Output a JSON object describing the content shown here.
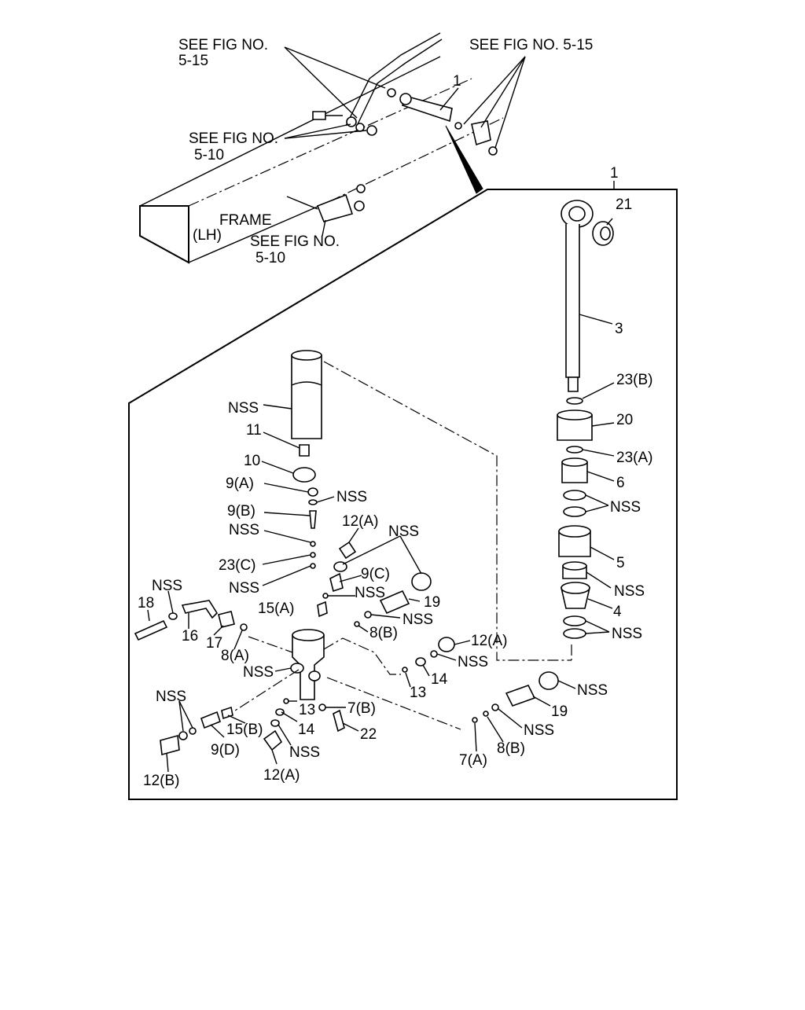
{
  "overview": {
    "see_fig_5_15_top_left_a": "SEE FIG NO.",
    "see_fig_5_15_top_left_b": "5-15",
    "see_fig_5_15_top_right": "SEE FIG NO. 5-15",
    "see_fig_5_10_left_a": "SEE FIG NO.",
    "see_fig_5_10_left_b": "5-10",
    "frame_a": "FRAME",
    "frame_b": "(LH)",
    "see_fig_5_10_bottom_a": "SEE FIG NO.",
    "see_fig_5_10_bottom_b": "5-10",
    "callout_1_top": "1"
  },
  "detail": {
    "callout_1": "1",
    "right_column": [
      "21",
      "3",
      "23(B)",
      "20",
      "23(A)",
      "6",
      "NSS",
      "5",
      "NSS",
      "4",
      "NSS"
    ],
    "left_column": [
      "NSS",
      "11",
      "10",
      "9(A)",
      "NSS",
      "9(B)",
      "NSS",
      "23(C)",
      "NSS",
      "15(A)"
    ],
    "middle": [
      "12(A)",
      "NSS",
      "9(C)",
      "NSS",
      "19",
      "NSS",
      "8(B)",
      "12(A)",
      "NSS",
      "14",
      "13"
    ],
    "left_side": [
      "NSS",
      "18",
      "16",
      "17",
      "8(A)",
      "NSS"
    ],
    "bottom_left": [
      "NSS",
      "15(B)",
      "9(D)",
      "12(B)",
      "13",
      "14",
      "NSS",
      "12(A)",
      "7(B)",
      "22"
    ],
    "bottom_right": [
      "NSS",
      "19",
      "NSS",
      "8(B)",
      "7(A)"
    ]
  }
}
